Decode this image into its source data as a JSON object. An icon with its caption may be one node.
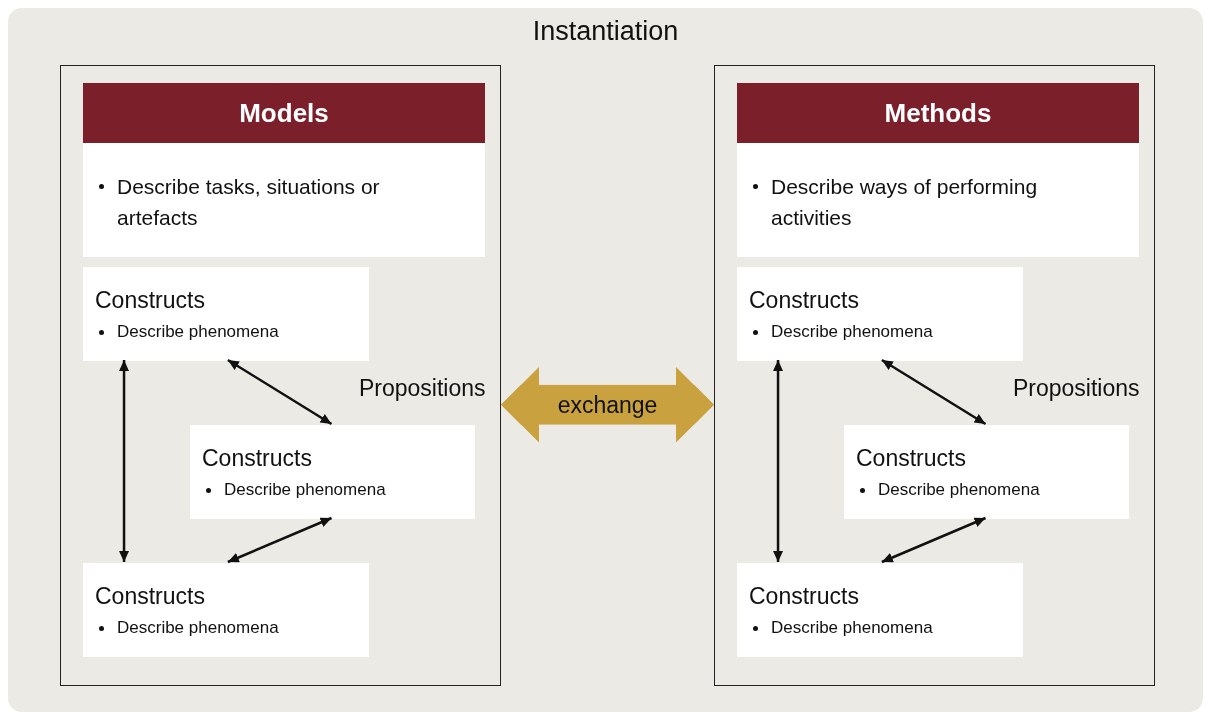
{
  "diagram": {
    "nodes": [
      {
        "text": [
          "Instantiation"
        ]
      },
      {
        "text": [],
        "shape": "box",
        "in": 0
      },
      {
        "text": [
          "Models"
        ],
        "in": 1
      },
      {
        "text": [
          "Describe tasks, situations or artefacts"
        ],
        "in": 1
      },
      {
        "text": [
          "Constructs",
          "Describe phenomena"
        ],
        "in": 1
      },
      {
        "text": [
          "Constructs",
          "Describe phenomena"
        ],
        "in": 1
      },
      {
        "text": [
          "Constructs",
          "Describe phenomena"
        ],
        "in": 1
      },
      {
        "text": [],
        "shape": "box",
        "in": 0
      },
      {
        "text": [
          "Methods"
        ],
        "in": 7
      },
      {
        "text": [
          "Describe ways of performing activities"
        ],
        "in": 7
      },
      {
        "text": [
          "Constructs",
          "Describe phenomena"
        ],
        "in": 7
      },
      {
        "text": [
          "Constructs",
          "Describe phenomena"
        ],
        "in": 7
      },
      {
        "text": [
          "Constructs",
          "Describe phenomena"
        ],
        "in": 7
      }
    ],
    "edges": [
      {
        "from": 4,
        "to": 6,
        "arrow": "both"
      },
      {
        "from": 4,
        "to": 5,
        "arrow": "both"
      },
      {
        "from": 5,
        "to": 6,
        "arrow": "both"
      },
      {
        "from": 10,
        "to": 12,
        "arrow": "both"
      },
      {
        "from": 10,
        "to": 11,
        "arrow": "both"
      },
      {
        "from": 11,
        "to": 12,
        "arrow": "both"
      },
      {
        "from": 1,
        "to": 7,
        "arrow": "both",
        "label": "exchange",
        "style": "thick",
        "color": "#c9a23f"
      }
    ],
    "labels": [
      "Propositions",
      "Propositions"
    ]
  }
}
